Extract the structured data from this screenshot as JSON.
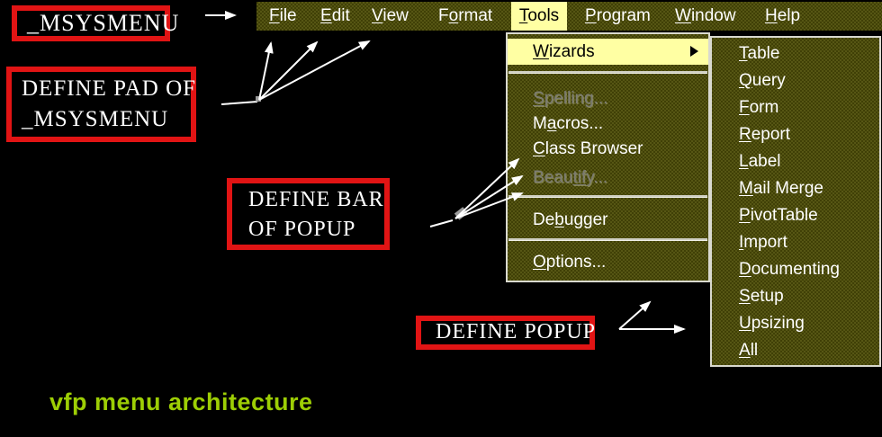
{
  "caption": "vfp menu architecture",
  "menubar": {
    "items": [
      {
        "pre": "",
        "key": "F",
        "post": "ile"
      },
      {
        "pre": "",
        "key": "E",
        "post": "dit"
      },
      {
        "pre": "",
        "key": "V",
        "post": "iew"
      },
      {
        "pre": "F",
        "key": "o",
        "post": "rmat"
      },
      {
        "pre": "",
        "key": "T",
        "post": "ools",
        "active": true
      },
      {
        "pre": "",
        "key": "P",
        "post": "rogram"
      },
      {
        "pre": "",
        "key": "W",
        "post": "indow"
      },
      {
        "pre": "",
        "key": "H",
        "post": "elp"
      }
    ]
  },
  "tools_menu": {
    "items": [
      {
        "pre": "",
        "key": "W",
        "post": "izards",
        "highlighted": true,
        "has_submenu": true
      },
      {
        "pre": "",
        "key": "S",
        "post": "pelling...",
        "disabled": true
      },
      {
        "pre": "M",
        "key": "a",
        "post": "cros..."
      },
      {
        "pre": "",
        "key": "C",
        "post": "lass Browser"
      },
      {
        "pre": "Beau",
        "key": "tif",
        "post": "y...",
        "disabled": true
      },
      {
        "pre": "De",
        "key": "b",
        "post": "ugger"
      },
      {
        "pre": "",
        "key": "O",
        "post": "ptions..."
      }
    ]
  },
  "wizards_submenu": {
    "items": [
      {
        "pre": "",
        "key": "T",
        "post": "able"
      },
      {
        "pre": "",
        "key": "Q",
        "post": "uery"
      },
      {
        "pre": "",
        "key": "F",
        "post": "orm"
      },
      {
        "pre": "",
        "key": "R",
        "post": "eport"
      },
      {
        "pre": "",
        "key": "L",
        "post": "abel"
      },
      {
        "pre": "",
        "key": "M",
        "post": "ail Merge"
      },
      {
        "pre": "",
        "key": "P",
        "post": "ivotTable"
      },
      {
        "pre": "",
        "key": "I",
        "post": "mport"
      },
      {
        "pre": "",
        "key": "D",
        "post": "ocumenting"
      },
      {
        "pre": "",
        "key": "S",
        "post": "etup"
      },
      {
        "pre": "",
        "key": "U",
        "post": "psizing"
      },
      {
        "pre": "",
        "key": "A",
        "post": "ll"
      }
    ]
  },
  "annotations": {
    "msysmenu": "_MSYSMENU",
    "define_pad_line1": "DEFINE PAD  OF",
    "define_pad_line2": "_MSYSMENU",
    "define_bar_line1": "DEFINE BAR",
    "define_bar_line2": "OF POPUP",
    "define_popup": "DEFINE POPUP"
  },
  "colors": {
    "background": "#000000",
    "menu_bg_olive": "#4a4a0c",
    "highlight_yellow": "#ffffa3",
    "menu_text": "#ffffff",
    "disabled_text": "#7b7b72",
    "panel_border_silver": "#d9d9cf",
    "annotation_border_red": "#e11414",
    "caption_green": "#9dce05",
    "arrow_white": "#ffffff"
  }
}
